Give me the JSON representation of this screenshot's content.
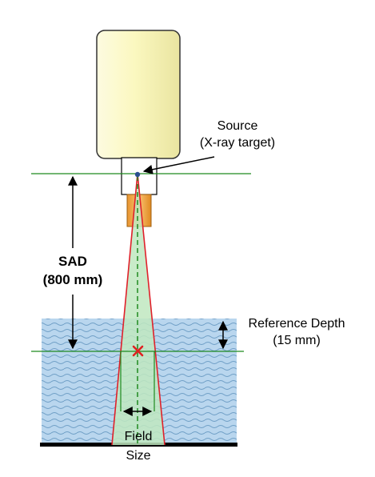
{
  "labels": {
    "source": "Source",
    "source_sub": "(X-ray target)",
    "sad": "SAD",
    "sad_value": "(800 mm)",
    "reference_depth": "Reference Depth",
    "reference_depth_value": "(15 mm)",
    "field": "Field",
    "size": "Size"
  },
  "colors": {
    "head_fill": "#fbf8c0",
    "head_stroke": "#333333",
    "collimator_fill": "#f7a93a",
    "collimator_stroke": "#a06010",
    "reference_line": "#1f8a1f",
    "beam_edge": "#e0202a",
    "beam_fill": "#bfe8c0",
    "water": "#b9d6ee",
    "water_wave": "#6f9fc6",
    "central_axis": "#1f8a1f",
    "marker": "#e02020",
    "source_dot": "#2a4f8f",
    "floor": "#000000"
  }
}
